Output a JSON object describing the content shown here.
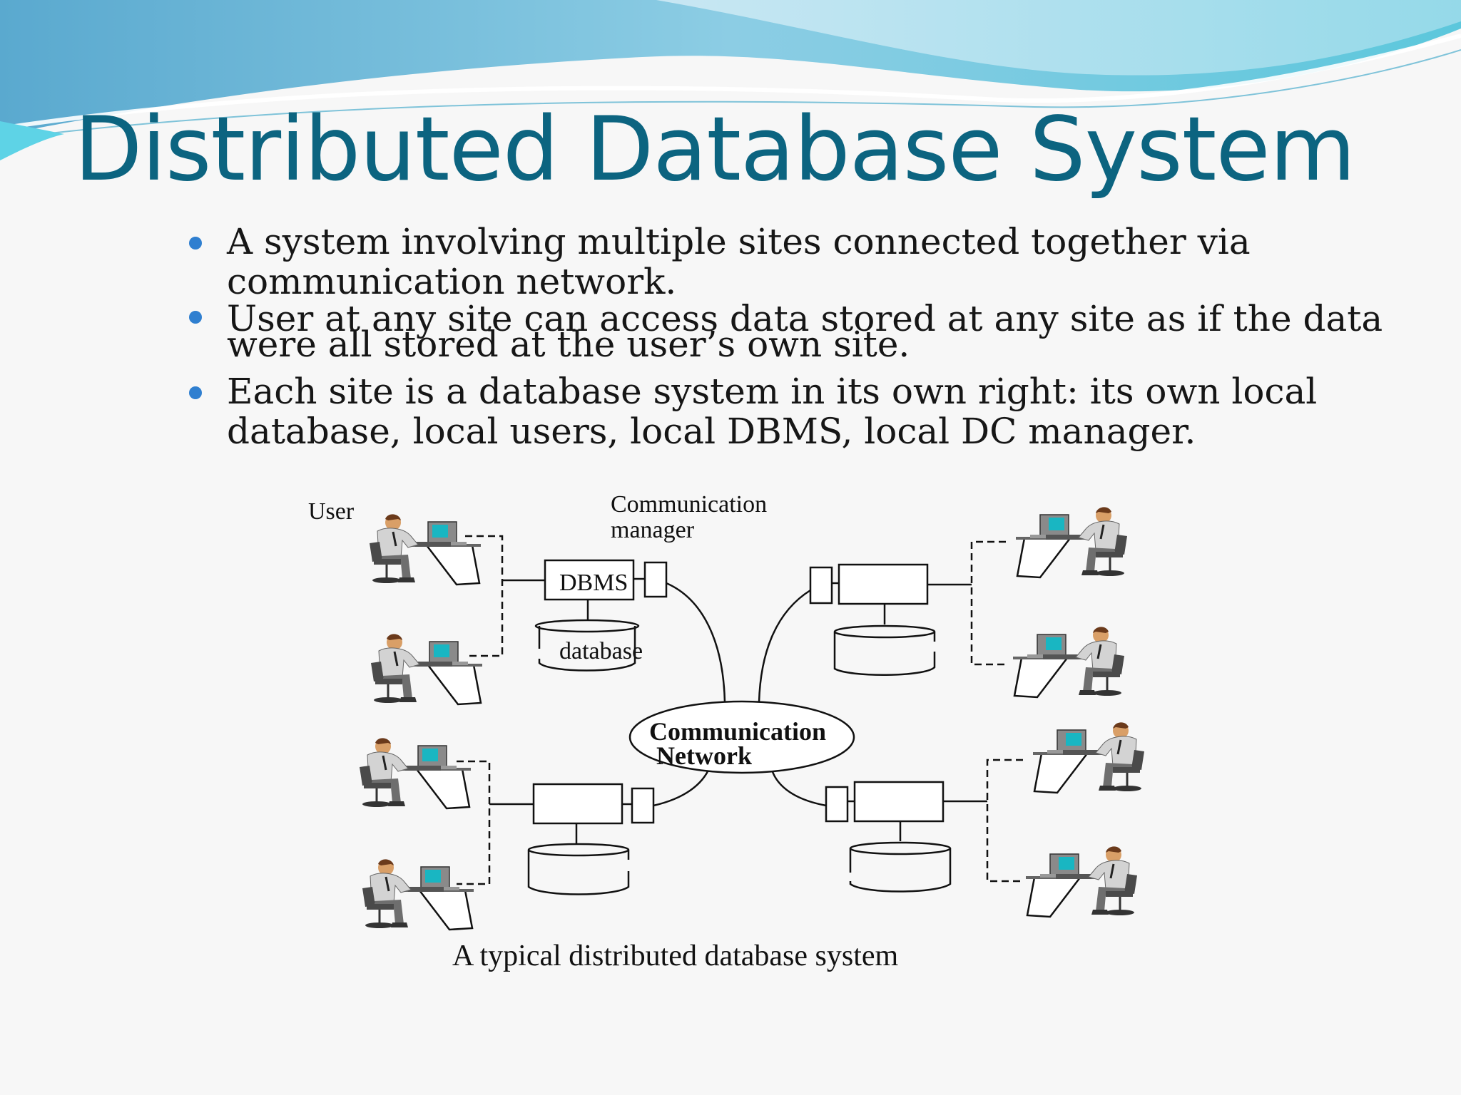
{
  "slide": {
    "title": "Distributed Database System",
    "bullets": [
      {
        "lines": [
          "A system involving multiple sites connected together via",
          "communication network."
        ]
      },
      {
        "lines": [
          "User at any site can access data stored at any site as if the data",
          "were all stored at the user’s own site."
        ]
      },
      {
        "lines": [
          "Each site is a database system in its own right: its own local",
          "database, local users, local DBMS, local DC manager."
        ]
      }
    ],
    "accent_color": "#0c6480",
    "bullet_color": "#2f7fd0"
  },
  "diagram": {
    "labels": {
      "user": "User",
      "comm_manager": [
        "Communication",
        "manager"
      ],
      "dbms": "DBMS",
      "database": "database",
      "network": [
        "Communication",
        "Network"
      ]
    },
    "caption": "A typical distributed database system",
    "icons": [
      "user-workstation-icon",
      "database-cylinder-icon",
      "network-ellipse-icon"
    ]
  }
}
